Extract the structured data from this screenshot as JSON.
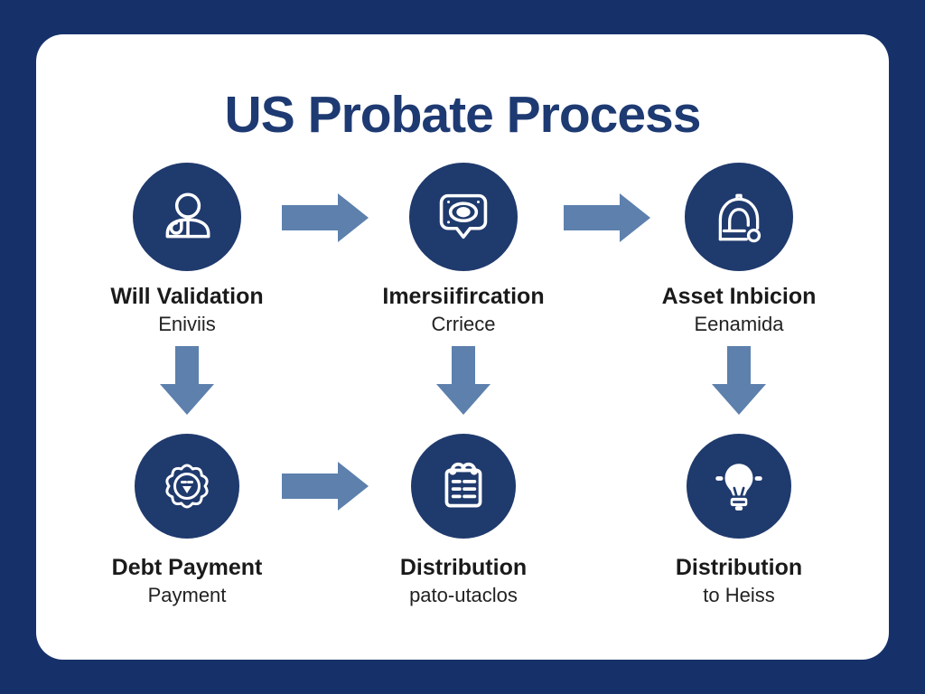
{
  "title": "US Probate Process",
  "steps": [
    {
      "label": "Will Validation",
      "sublabel": "Eniviis",
      "icon": "user-icon"
    },
    {
      "label": "Imersiifircation",
      "sublabel": "Crriece",
      "icon": "review-bubble-icon"
    },
    {
      "label": "Asset Inbicion",
      "sublabel": "Eenamida",
      "icon": "bell-icon"
    },
    {
      "label": "Debt Payment",
      "sublabel": "Payment",
      "icon": "seal-icon"
    },
    {
      "label": "Distribution",
      "sublabel": "pato-utaclos",
      "icon": "clipboard-icon"
    },
    {
      "label": "Distribution",
      "sublabel": "to Heiss",
      "icon": "lightbulb-icon"
    }
  ],
  "colors": {
    "frame_navy": "#16316a",
    "card_white": "#ffffff",
    "title_navy": "#1e3a72",
    "circle_navy": "#1f3a6d",
    "arrow_steel_blue": "#5d80ad",
    "label_black": "#1a1a1a"
  }
}
